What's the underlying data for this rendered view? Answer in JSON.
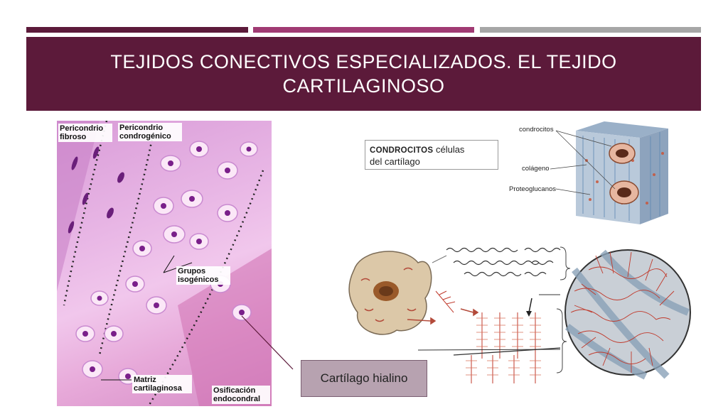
{
  "slide": {
    "title": "TEJIDOS CONECTIVOS ESPECIALIZADOS. EL TEJIDO CARTILAGINOSO",
    "colors": {
      "primary": "#5c1a3a",
      "accent": "#a03a73",
      "neutral": "#a6a6a6"
    }
  },
  "micrograph": {
    "labels": {
      "pericondrio_fibroso": "Pericondrio fibroso",
      "pericondrio_condrogenico": "Pericondrio condrogénico",
      "grupos_isogenicos": "Grupos isogénicos",
      "matriz_cartilaginosa": "Matriz cartilaginosa",
      "osificacion_endocondral": "Osificación endocondral"
    }
  },
  "condrocitos": {
    "term": "CONDROCITOS",
    "definition_part1": "células",
    "definition_part2": "del cartílago"
  },
  "cube": {
    "labels": {
      "condrocitos": "condrocitos",
      "colageno": "colágeno",
      "proteoglucanos": "Proteoglucanos"
    }
  },
  "hialino_label": "Cartílago hialino"
}
